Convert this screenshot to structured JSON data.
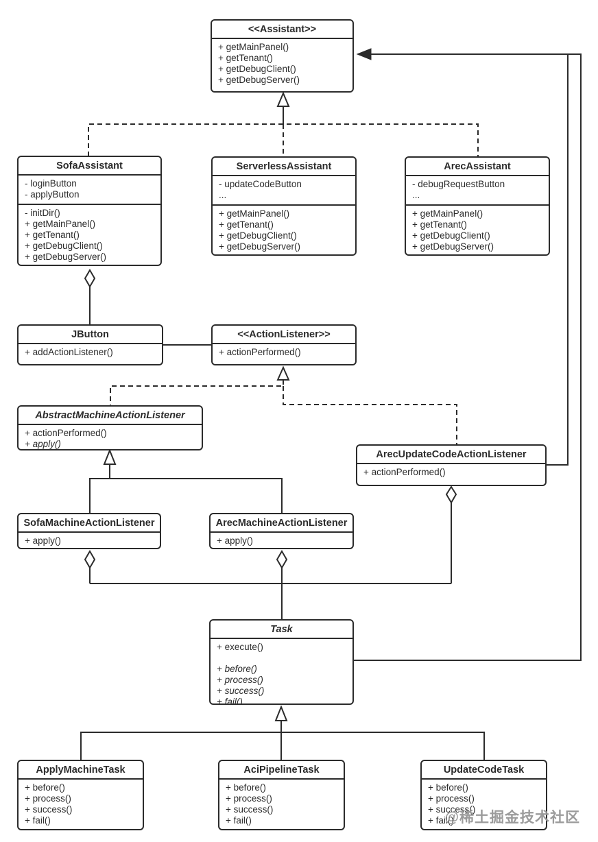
{
  "watermark": "@稀土掘金技术社区",
  "colors": {
    "line": "#2b2b2b",
    "background": "#ffffff",
    "watermark": "#9b9b9b"
  },
  "classes": {
    "assistant": {
      "title": "<<Assistant>>",
      "methods": [
        "+ getMainPanel()",
        "+ getTenant()",
        "+ getDebugClient()",
        "+ getDebugServer()",
        "..."
      ]
    },
    "sofaAssistant": {
      "title": "SofaAssistant",
      "attributes": [
        "- loginButton",
        "- applyButton"
      ],
      "methods": [
        "- initDir()",
        "+ getMainPanel()",
        "+ getTenant()",
        "+ getDebugClient()",
        "+ getDebugServer()",
        "..."
      ]
    },
    "serverlessAssistant": {
      "title": "ServerlessAssistant",
      "attributes": [
        "- updateCodeButton",
        "..."
      ],
      "methods": [
        "+ getMainPanel()",
        "+ getTenant()",
        "+ getDebugClient()",
        "+ getDebugServer()",
        "..."
      ]
    },
    "arecAssistant": {
      "title": "ArecAssistant",
      "attributes": [
        "- debugRequestButton",
        "..."
      ],
      "methods": [
        "+ getMainPanel()",
        "+ getTenant()",
        "+ getDebugClient()",
        "+ getDebugServer()",
        "..."
      ]
    },
    "jbutton": {
      "title": "JButton",
      "methods": [
        "+ addActionListener()"
      ]
    },
    "actionListener": {
      "title": "<<ActionListener>>",
      "methods": [
        "+ actionPerformed()"
      ]
    },
    "abstractMachineActionListener": {
      "title": "AbstractMachineActionListener",
      "methods": [
        "+ actionPerformed()",
        "+ apply()"
      ]
    },
    "arecUpdateCodeActionListener": {
      "title": "ArecUpdateCodeActionListener",
      "methods": [
        "+ actionPerformed()"
      ]
    },
    "sofaMachineActionListener": {
      "title": "SofaMachineActionListener",
      "methods": [
        "+ apply()"
      ]
    },
    "arecMachineActionListener": {
      "title": "ArecMachineActionListener",
      "methods": [
        "+ apply()"
      ]
    },
    "task": {
      "title": "Task",
      "methods": [
        "+ execute()",
        "",
        "+ before()",
        "+ process()",
        "+ success()",
        "+ fail()"
      ]
    },
    "applyMachineTask": {
      "title": "ApplyMachineTask",
      "methods": [
        "+ before()",
        "+ process()",
        "+ success()",
        "+ fail()"
      ]
    },
    "aciPipelineTask": {
      "title": "AciPipelineTask",
      "methods": [
        "+ before()",
        "+ process()",
        "+ success()",
        "+ fail()"
      ]
    },
    "updateCodeTask": {
      "title": "UpdateCodeTask",
      "methods": [
        "+ before()",
        "+ process()",
        "+ success()",
        "+ fail()"
      ]
    }
  }
}
